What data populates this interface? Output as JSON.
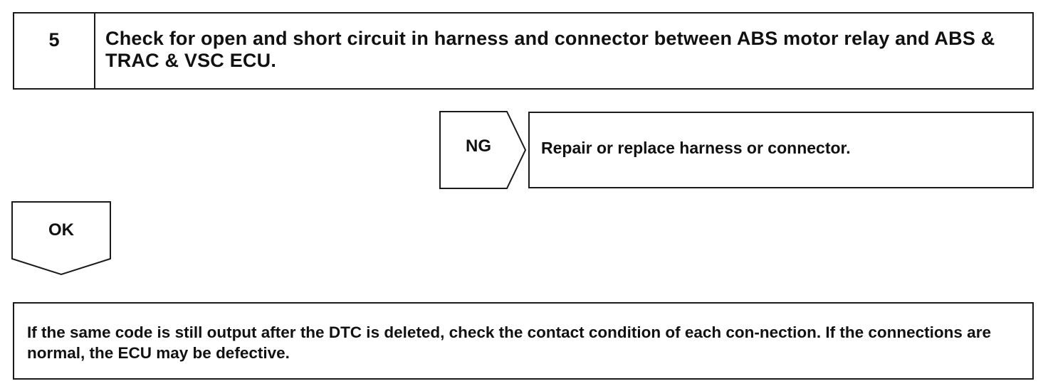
{
  "step": {
    "number": "5",
    "title": "Check for open and short circuit in harness and connector between ABS motor relay and ABS & TRAC & VSC ECU."
  },
  "ng_branch": {
    "label": "NG",
    "action": "Repair or replace harness or connector."
  },
  "ok_branch": {
    "label": "OK"
  },
  "result": {
    "text": "If the same code is still output after the DTC is deleted, check the contact condition of each con-nection. If the connections are normal, the ECU may be defective."
  }
}
